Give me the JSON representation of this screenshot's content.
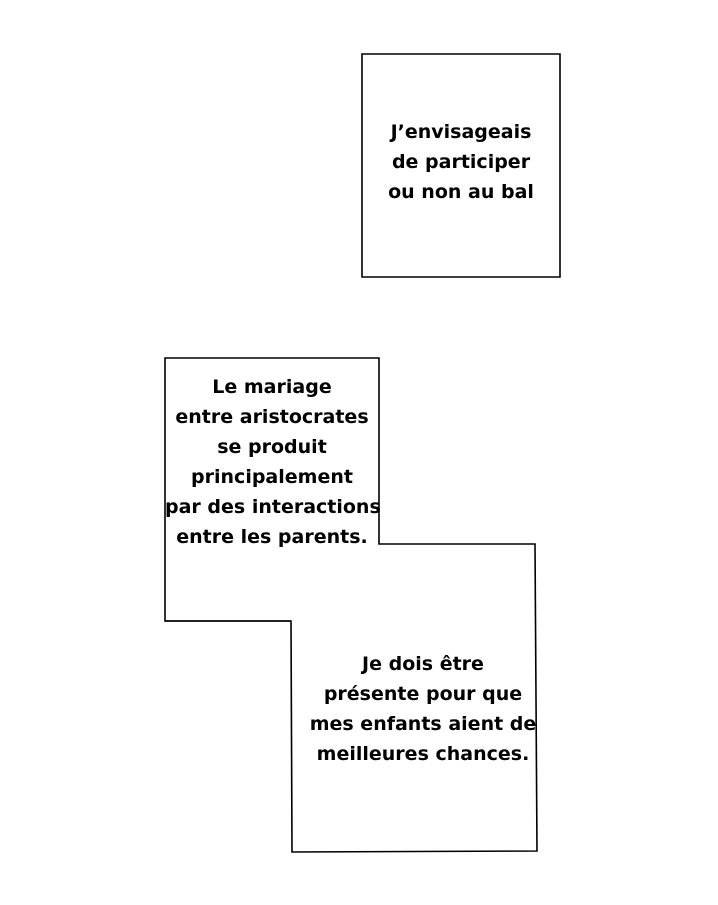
{
  "panels": {
    "top": {
      "lines": [
        "J’envisageais",
        "de participer",
        "ou non au bal"
      ]
    },
    "upper_left": {
      "lines": [
        "Le mariage",
        "entre aristocrates",
        "se produit",
        "principalement",
        "par des interactions",
        "entre les parents."
      ]
    },
    "lower_right": {
      "lines": [
        "Je dois être",
        "présente pour que",
        "mes enfants aient de",
        "meilleures chances."
      ]
    }
  },
  "colors": {
    "background": "#ffffff",
    "border": "#000000",
    "text": "#000000"
  }
}
